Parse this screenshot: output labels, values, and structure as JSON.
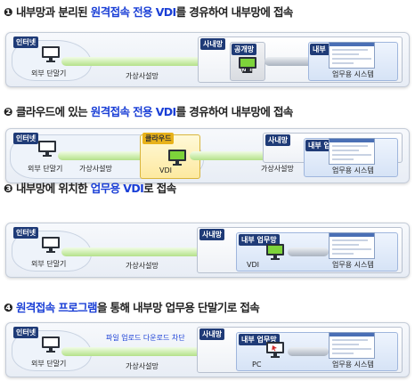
{
  "sections": [
    {
      "num": "❶",
      "title_parts": [
        "내부망과 분리된 ",
        "원격접속 전용 VDI",
        "를 경유하여 내부망에 접속"
      ],
      "internet_tag": "인터넷",
      "terminal_label": "외부 단말기",
      "network_label": "가상사설망",
      "intranet_tag": "사내망",
      "public_tag": "공개망",
      "vdi_label": "VDI",
      "work_tag": "내부 업무망",
      "system_label": "업무용 시스템"
    },
    {
      "num": "❷",
      "title_parts": [
        "클라우드에 있는 ",
        "원격접속 전용 VDI",
        "를 경유하여 내부망에 접속"
      ],
      "internet_tag": "인터넷",
      "terminal_label": "외부 단말기",
      "network_label": "가상사설망",
      "cloud_tag": "클라우드",
      "vdi_label": "VDI",
      "intranet_tag": "사내망",
      "network_label_2": "가상사설망",
      "work_tag": "내부 업무망",
      "system_label": "업무용 시스템"
    },
    {
      "num": "❸",
      "title_parts": [
        "내부망",
        "에 위치한 ",
        "업무용 VDI",
        "로 접속"
      ],
      "internet_tag": "인터넷",
      "terminal_label": "외부 단말기",
      "network_label": "가상사설망",
      "intranet_tag": "사내망",
      "work_tag": "내부 업무망",
      "vdi_label": "VDI",
      "system_label": "업무용 시스템"
    },
    {
      "num": "❹",
      "title_parts": [
        "원격접속 프로그램",
        "을 통해 내부망 업무용 단말기로 접속"
      ],
      "internet_tag": "인터넷",
      "terminal_label": "외부 단말기",
      "note": "파일 업로드 다운로드 차단",
      "network_label": "가상사설망",
      "intranet_tag": "사내망",
      "work_tag": "내부 업무망",
      "pc_label": "PC",
      "system_label": "업무용 시스템"
    }
  ],
  "colors": {
    "highlight": "#1a3fd6",
    "tag": "#1f3b77",
    "cloud_tag": "#e8b21a",
    "pipe": "#b4e08a"
  },
  "icons": {
    "terminal": "monitor-icon",
    "vdi": "monitor-icon",
    "pc": "monitor-icon",
    "remote": "remote-app-icon"
  }
}
